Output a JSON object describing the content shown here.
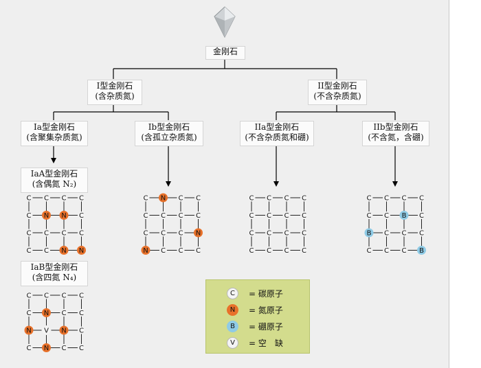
{
  "root": {
    "label": "金刚石"
  },
  "types": {
    "I": {
      "title": "I型金刚石",
      "desc": "(含杂质氮)"
    },
    "II": {
      "title": "II型金刚石",
      "desc": "(不含杂质氮)"
    },
    "Ia": {
      "title": "Ia型金刚石",
      "desc": "(含聚集杂质氮)"
    },
    "Ib": {
      "title": "Ib型金刚石",
      "desc": "(含孤立杂质氮)"
    },
    "IIa": {
      "title": "IIa型金刚石",
      "desc": "(不含杂质氮和硼)"
    },
    "IIb": {
      "title": "IIb型金刚石",
      "desc": "(不含氮，含硼)"
    },
    "IaA": {
      "title": "IaA型金刚石",
      "desc": "(含偶氮 N₂)"
    },
    "IaB": {
      "title": "IaB型金刚石",
      "desc": "(含四氮 N₄)"
    }
  },
  "lattices": [
    {
      "name": "IaA",
      "grid": [
        [
          "C",
          "C",
          "C",
          "C"
        ],
        [
          "C",
          "N",
          "N",
          "C"
        ],
        [
          "C",
          "C",
          "C",
          "C"
        ],
        [
          "C",
          "C",
          "N",
          "N"
        ]
      ]
    },
    {
      "name": "IaB",
      "grid": [
        [
          "C",
          "C",
          "C",
          "C"
        ],
        [
          "C",
          "N",
          "C",
          "C"
        ],
        [
          "N",
          "V",
          "N",
          "C"
        ],
        [
          "C",
          "N",
          "C",
          "C"
        ]
      ]
    },
    {
      "name": "Ib",
      "grid": [
        [
          "C",
          "N",
          "C",
          "C"
        ],
        [
          "C",
          "C",
          "C",
          "C"
        ],
        [
          "C",
          "C",
          "C",
          "N"
        ],
        [
          "N",
          "C",
          "C",
          "C"
        ]
      ]
    },
    {
      "name": "IIa",
      "grid": [
        [
          "C",
          "C",
          "C",
          "C"
        ],
        [
          "C",
          "C",
          "C",
          "C"
        ],
        [
          "C",
          "C",
          "C",
          "C"
        ],
        [
          "C",
          "C",
          "C",
          "C"
        ]
      ]
    },
    {
      "name": "IIb",
      "grid": [
        [
          "C",
          "C",
          "C",
          "C"
        ],
        [
          "C",
          "C",
          "B",
          "C"
        ],
        [
          "B",
          "C",
          "C",
          "C"
        ],
        [
          "C",
          "C",
          "C",
          "B"
        ]
      ]
    }
  ],
  "atom_colors": {
    "C": "#f4f4f4",
    "N": "#e8712a",
    "B": "#8fcbe6",
    "V": "#f4f4f4"
  },
  "legend": {
    "items": [
      {
        "symbol": "C",
        "label": "= 碳原子"
      },
      {
        "symbol": "N",
        "label": "= 氮原子"
      },
      {
        "symbol": "B",
        "label": "= 硼原子"
      },
      {
        "symbol": "V",
        "label": "= 空　缺"
      }
    ]
  }
}
